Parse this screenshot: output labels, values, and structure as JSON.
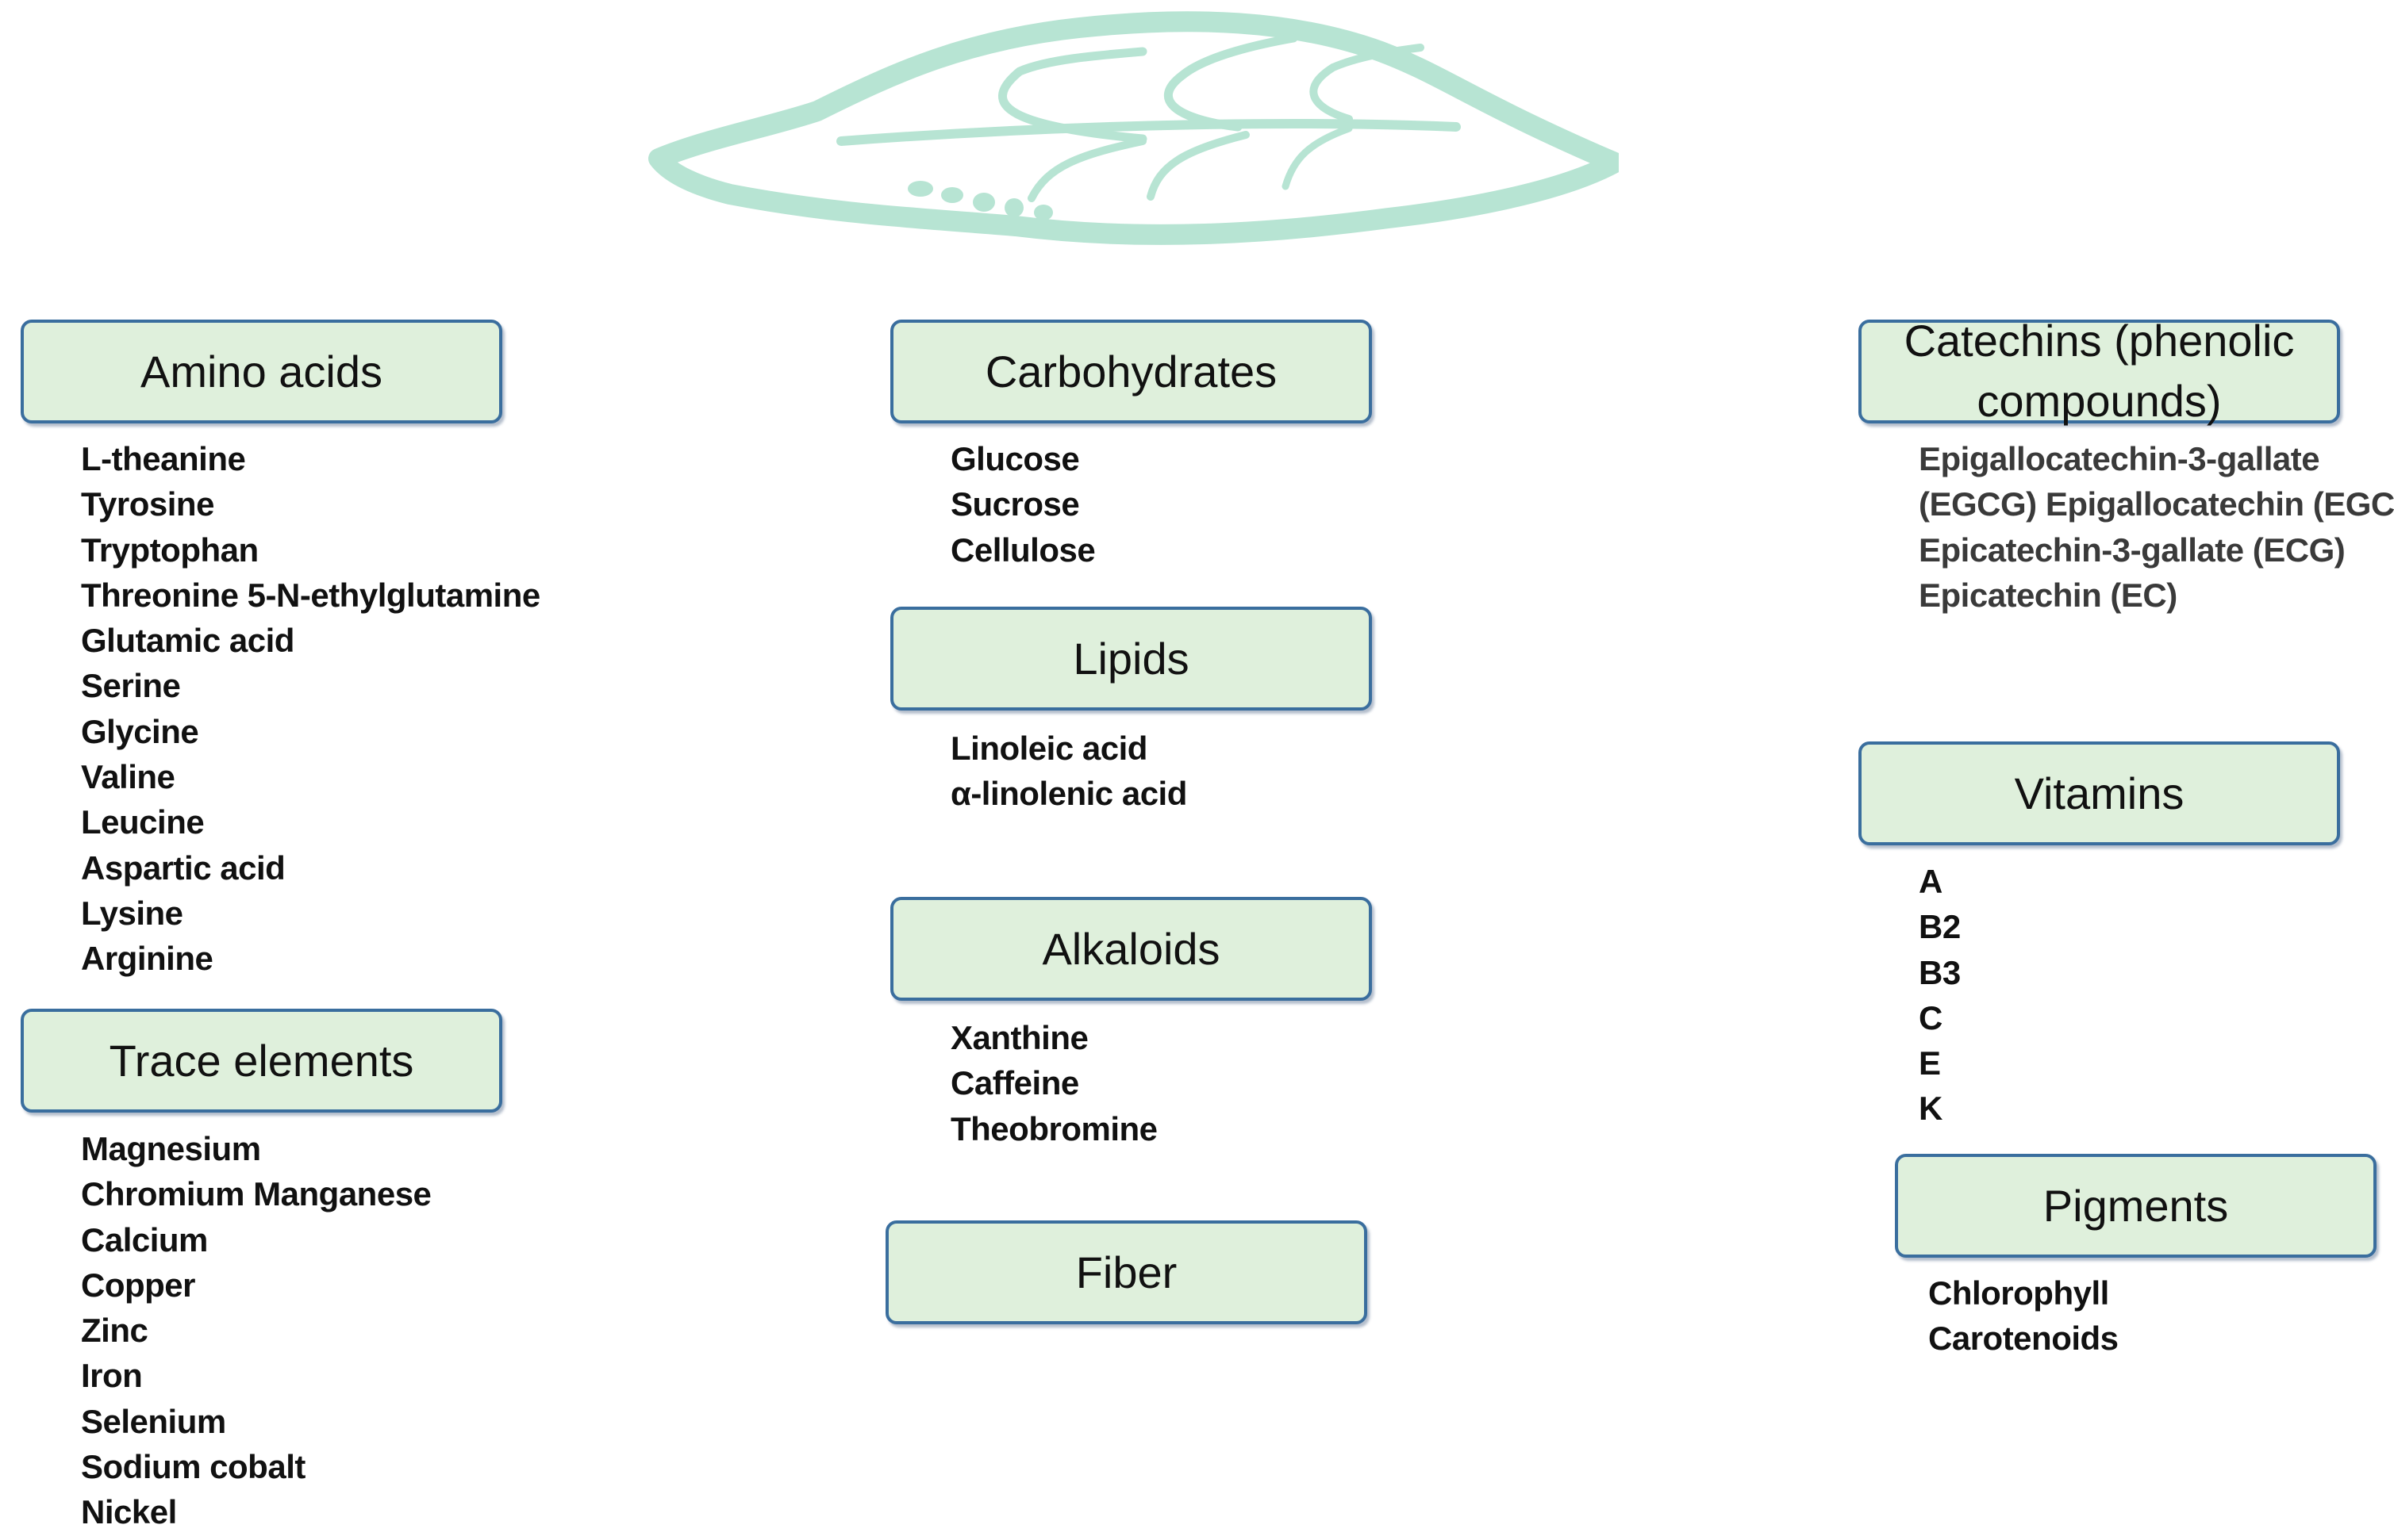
{
  "categories": {
    "amino_acids": {
      "title": "Amino acids",
      "items": [
        "L-theanine",
        "Tyrosine",
        "Tryptophan",
        "Threonine 5-N-ethylglutamine",
        "Glutamic acid",
        "Serine",
        "Glycine",
        "Valine",
        "Leucine",
        "Aspartic acid",
        "Lysine",
        "Arginine"
      ]
    },
    "trace_elements": {
      "title": "Trace elements",
      "items": [
        "Magnesium",
        "Chromium Manganese",
        "Calcium",
        "Copper",
        "Zinc",
        "Iron",
        "Selenium",
        "Sodium cobalt",
        "Nickel"
      ]
    },
    "carbohydrates": {
      "title": "Carbohydrates",
      "items": [
        "Glucose",
        "Sucrose",
        "Cellulose"
      ]
    },
    "lipids": {
      "title": "Lipids",
      "items": [
        "Linoleic acid",
        "α-linolenic acid"
      ]
    },
    "alkaloids": {
      "title": "Alkaloids",
      "items": [
        "Xanthine",
        "Caffeine",
        "Theobromine"
      ]
    },
    "fiber": {
      "title": "Fiber"
    },
    "catechins": {
      "title_line1": "Catechins (phenolic",
      "title_line2": "compounds)",
      "items": [
        "Epigallocatechin-3-gallate",
        "(EGCG) Epigallocatechin (EGC)",
        "Epicatechin-3-gallate (ECG)",
        "Epicatechin (EC)"
      ]
    },
    "vitamins": {
      "title": "Vitamins",
      "items": [
        "A",
        "B2",
        "B3",
        "C",
        "E",
        "K"
      ]
    },
    "pigments": {
      "title": "Pigments",
      "items": [
        "Chlorophyll",
        "Carotenoids"
      ]
    }
  },
  "colors": {
    "box_fill": "#dff0dc",
    "box_border": "#3a6e9e",
    "leaf": "#b7e4d3"
  },
  "decoration": "leaf-illustration"
}
